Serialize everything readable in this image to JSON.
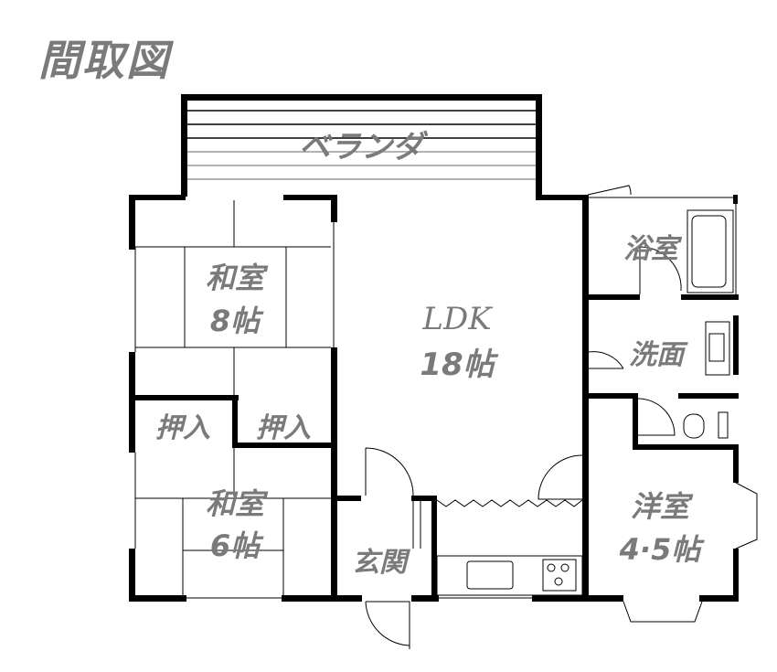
{
  "title": "間取図",
  "rooms": {
    "veranda": "ベランダ",
    "washitsu8": {
      "name": "和室",
      "size": "8帖"
    },
    "ldk": {
      "name": "LDK",
      "size": "18帖"
    },
    "bath": "浴室",
    "washroom": "洗面",
    "closet1": "押入",
    "closet2": "押入",
    "washitsu6": {
      "name": "和室",
      "size": "6帖"
    },
    "entrance": "玄関",
    "youshitsu": {
      "name": "洋室",
      "size": "4·5帖"
    }
  }
}
